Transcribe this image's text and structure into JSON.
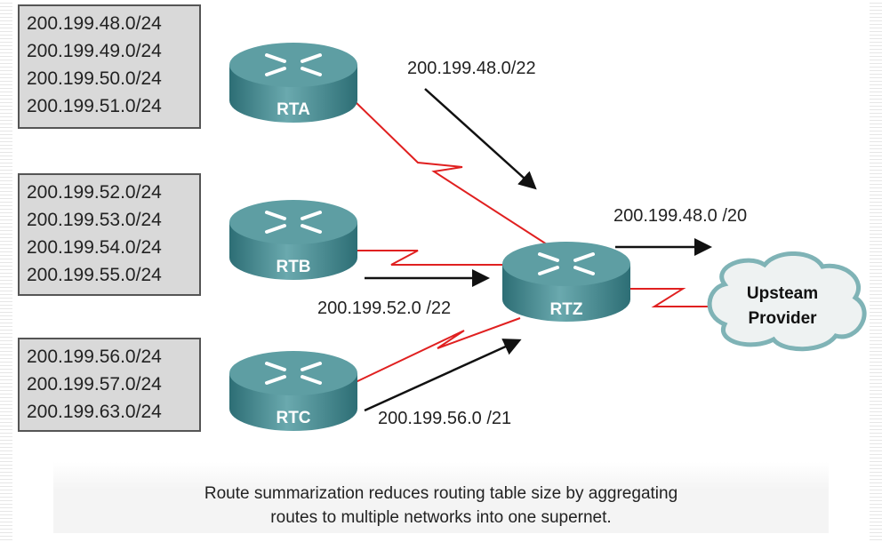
{
  "networks": {
    "rta": [
      "200.199.48.0/24",
      "200.199.49.0/24",
      "200.199.50.0/24",
      "200.199.51.0/24"
    ],
    "rtb": [
      "200.199.52.0/24",
      "200.199.53.0/24",
      "200.199.54.0/24",
      "200.199.55.0/24"
    ],
    "rtc": [
      "200.199.56.0/24",
      "200.199.57.0/24",
      "200.199.63.0/24"
    ]
  },
  "routers": {
    "rta": "RTA",
    "rtb": "RTB",
    "rtc": "RTC",
    "rtz": "RTZ"
  },
  "summaries": {
    "rta": "200.199.48.0/22",
    "rtb": "200.199.52.0 /22",
    "rtc": "200.199.56.0 /21",
    "rtz": "200.199.48.0 /20"
  },
  "cloud": {
    "line1": "Upsteam",
    "line2": "Provider"
  },
  "caption": {
    "line1": "Route summarization reduces routing table size by aggregating",
    "line2": "routes to multiple networks into one supernet."
  },
  "colors": {
    "router": "#3f8a91",
    "link": "#e02020",
    "box": "#d9d9d9"
  }
}
